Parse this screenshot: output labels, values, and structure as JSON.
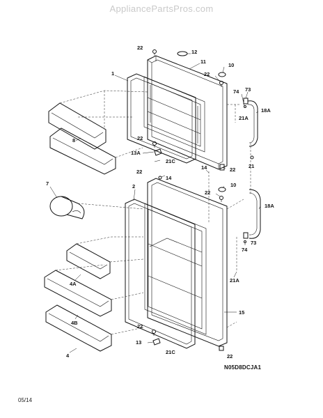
{
  "header": {
    "site": "AppliancePartsPros.com"
  },
  "footer": {
    "date": "05/14",
    "model_code": "N05D8DCJA1"
  },
  "part_labels": [
    {
      "id": "p22a",
      "text": "22"
    },
    {
      "id": "p12",
      "text": "12"
    },
    {
      "id": "p11",
      "text": "11"
    },
    {
      "id": "p10a",
      "text": "10"
    },
    {
      "id": "p22b",
      "text": "22"
    },
    {
      "id": "p1",
      "text": "1"
    },
    {
      "id": "p74a",
      "text": "74"
    },
    {
      "id": "p73a",
      "text": "73"
    },
    {
      "id": "p21Aa",
      "text": "21A"
    },
    {
      "id": "p18Aa",
      "text": "18A"
    },
    {
      "id": "p8",
      "text": "8"
    },
    {
      "id": "p22c",
      "text": "22"
    },
    {
      "id": "p13A",
      "text": "13A"
    },
    {
      "id": "p21Ca",
      "text": "21C"
    },
    {
      "id": "p14a",
      "text": "14"
    },
    {
      "id": "p22d",
      "text": "22"
    },
    {
      "id": "p22e",
      "text": "22"
    },
    {
      "id": "p21",
      "text": "21"
    },
    {
      "id": "p14b",
      "text": "14"
    },
    {
      "id": "p7",
      "text": "7"
    },
    {
      "id": "p2",
      "text": "2"
    },
    {
      "id": "p10b",
      "text": "10"
    },
    {
      "id": "p22f",
      "text": "22"
    },
    {
      "id": "p18Ab",
      "text": "18A"
    },
    {
      "id": "p74b",
      "text": "74"
    },
    {
      "id": "p73b",
      "text": "73"
    },
    {
      "id": "p4A",
      "text": "4A"
    },
    {
      "id": "p21Ab",
      "text": "21A"
    },
    {
      "id": "p4B",
      "text": "4B"
    },
    {
      "id": "p15",
      "text": "15"
    },
    {
      "id": "p4",
      "text": "4"
    },
    {
      "id": "p22g",
      "text": "22"
    },
    {
      "id": "p13",
      "text": "13"
    },
    {
      "id": "p21Cb",
      "text": "21C"
    },
    {
      "id": "p22h",
      "text": "22"
    }
  ]
}
